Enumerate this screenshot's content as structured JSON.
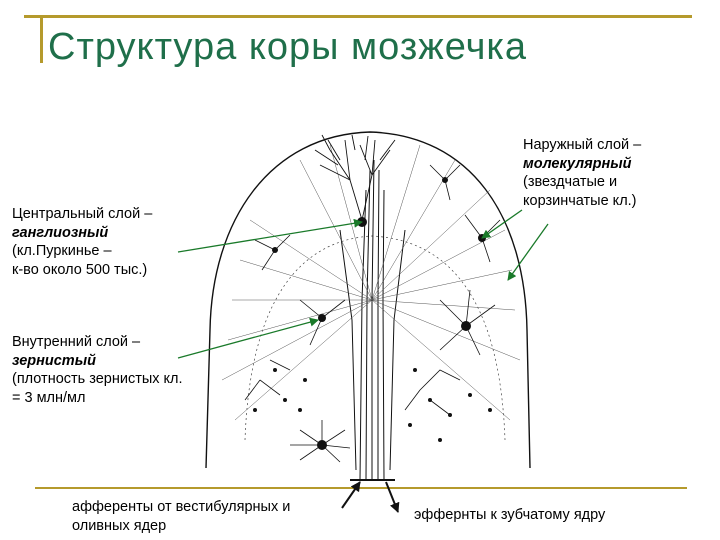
{
  "title": "Структура коры мозжечка",
  "labels": {
    "outer": {
      "line1": "Наружный слой –",
      "name": "молекулярный",
      "line3": "(звездчатые и",
      "line4": "корзинчатые кл.)"
    },
    "central": {
      "line1": "Центральный слой –",
      "name": "ганглиозный",
      "line3": "(кл.Пуркинье –",
      "line4": "к-во около 500 тыс.)"
    },
    "inner": {
      "line1": "Внутренний слой –",
      "name": "зернистый",
      "line3": "(плотность  зернистых кл.",
      "line4": "= 3 млн/мл"
    },
    "afferent": {
      "line1": "афференты от вестибулярных и",
      "line2": "оливных ядер"
    },
    "efferent": "эффернты к зубчатому ядру"
  },
  "colors": {
    "frame": "#b59a2c",
    "title": "#1f6f4a",
    "arrow": "#1a7a2a",
    "drawing": "#111111"
  }
}
